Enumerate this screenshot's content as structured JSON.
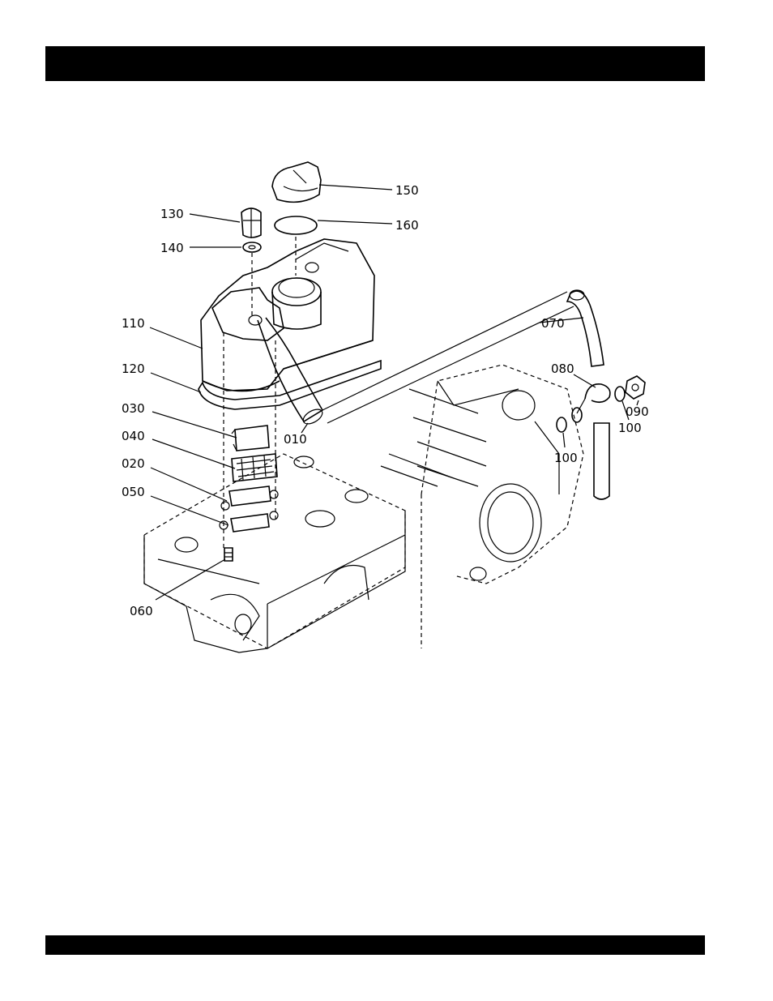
{
  "header_bar": {
    "color": "#000000"
  },
  "footer_bar": {
    "color": "#000000"
  },
  "callouts": {
    "p150": "150",
    "p160": "160",
    "p130": "130",
    "p140": "140",
    "p110": "110",
    "p120": "120",
    "p030": "030",
    "p040": "040",
    "p020": "020",
    "p050": "050",
    "p060": "060",
    "p010": "010",
    "p070": "070",
    "p080": "080",
    "p090": "090",
    "p100a": "100",
    "p100b": "100"
  }
}
